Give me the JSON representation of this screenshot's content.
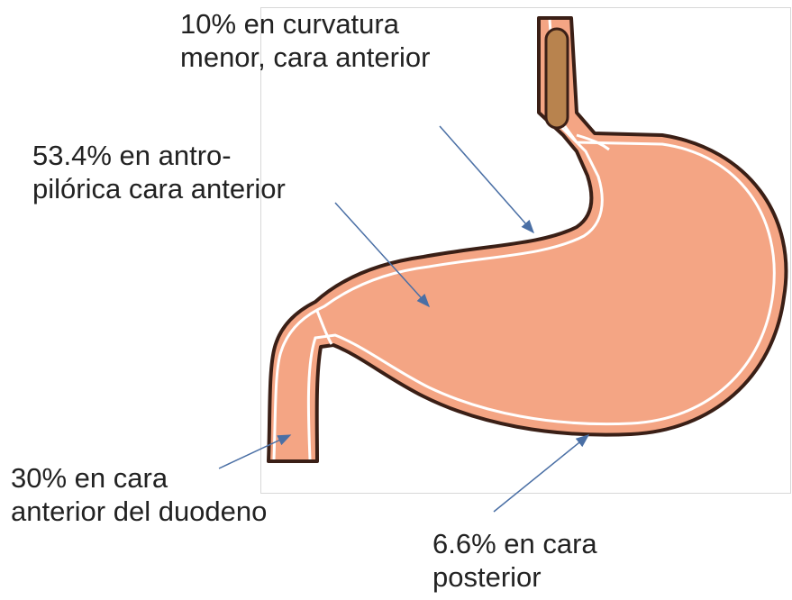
{
  "colors": {
    "tissue": "#f4a584",
    "outline": "#3a1f16",
    "lumen_line": "#ffffff",
    "bolus": "#b8834e",
    "arrow": "#4a6fa5",
    "text": "#222222"
  },
  "labels": {
    "lesser_curvature": {
      "line1": "10% en curvatura",
      "line2": "menor, cara anterior"
    },
    "antro_pyloric": {
      "line1": "53.4% en antro-",
      "line2": "pilórica cara anterior"
    },
    "duodenum": {
      "line1": "30% en cara",
      "line2": "anterior del duodeno"
    },
    "posterior": {
      "line1": "6.6% en cara",
      "line2": "posterior"
    }
  },
  "structures": [
    "esophagus-icon",
    "stomach-body",
    "pylorus",
    "duodenum"
  ]
}
